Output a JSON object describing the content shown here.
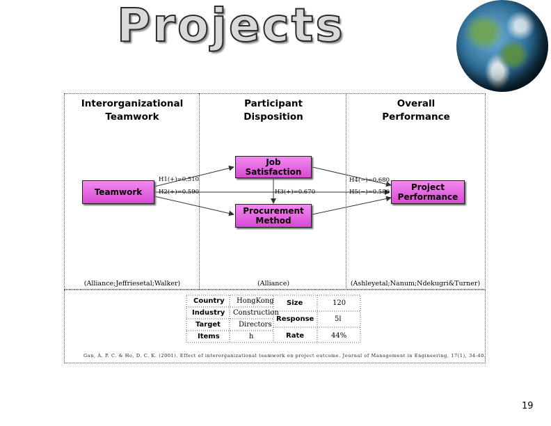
{
  "title": "Projects",
  "headers": {
    "col1": "Interorganizational\nTeamwork",
    "col2": "Participant\nDisposition",
    "col3": "Overall\nPerformance"
  },
  "nodes": {
    "teamwork": "Teamwork",
    "job_satisfaction": "Job\nSatisfaction",
    "procurement_method": "Procurement\nMethod",
    "project_performance": "Project\nPerformance"
  },
  "hypotheses": {
    "h1": "H1(+)=0.510",
    "h2": "H2(+)=0.590",
    "h3": "H3(+)=0.670",
    "h4": "H4(−)=0.680",
    "h5": "H5(−)=0.580"
  },
  "sources": {
    "col1": "(Alliance;Jeffriesetal;Walker)",
    "col2": "(Alliance)",
    "col3": "(Ashleyetal;Nanum;Ndekugri&Turner)"
  },
  "study": {
    "country_label": "Country",
    "country_value": "HongKong",
    "industry_label": "Industry",
    "industry_value": "Construction",
    "target_label": "Target",
    "target_value": "Directors",
    "items_label": "Items",
    "items_value": "h",
    "size_label": "Size",
    "size_value": "120",
    "response_label": "Response",
    "response_value": "5l",
    "rate_label": "Rate",
    "rate_value": "44%"
  },
  "citation": "Gan, A. P. C. & Ho, D. C. K. (2001). Effect of interorganizational teamwork on project outcome. Journal of Management in Engineering, 17(1), 34-40.",
  "page_number": "19",
  "colors": {
    "box_fill": "#e068dc",
    "box_border": "#222222"
  }
}
